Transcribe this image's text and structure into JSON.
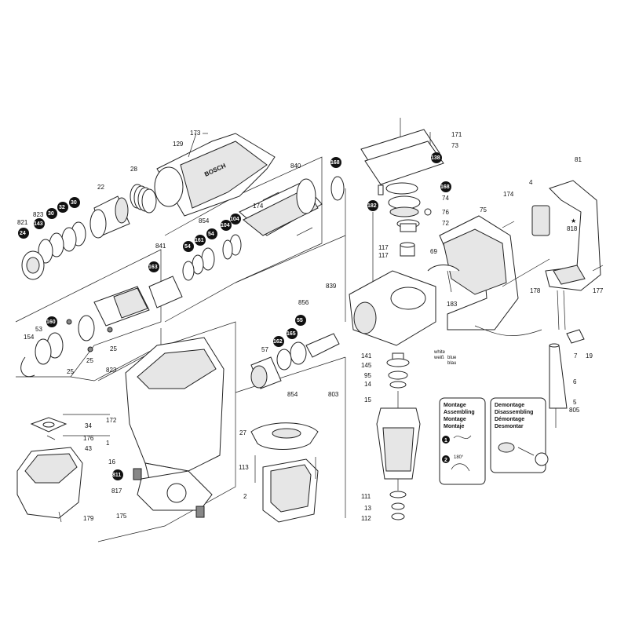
{
  "labels": [
    {
      "id": "173",
      "text": "173"
    },
    {
      "id": "129",
      "text": "129"
    },
    {
      "id": "28",
      "text": "28"
    },
    {
      "id": "22",
      "text": "22"
    },
    {
      "id": "30a",
      "text": "30"
    },
    {
      "id": "32",
      "text": "32"
    },
    {
      "id": "30b",
      "text": "30"
    },
    {
      "id": "143",
      "text": "143"
    },
    {
      "id": "24",
      "text": "24"
    },
    {
      "id": "823a",
      "text": "823"
    },
    {
      "id": "821",
      "text": "821"
    },
    {
      "id": "840",
      "text": "840"
    },
    {
      "id": "168a",
      "text": "168"
    },
    {
      "id": "174a",
      "text": "174"
    },
    {
      "id": "854a",
      "text": "854"
    },
    {
      "id": "104a",
      "text": "104"
    },
    {
      "id": "104b",
      "text": "104"
    },
    {
      "id": "54a",
      "text": "54"
    },
    {
      "id": "161",
      "text": "161"
    },
    {
      "id": "54b",
      "text": "54"
    },
    {
      "id": "841",
      "text": "841"
    },
    {
      "id": "163",
      "text": "163"
    },
    {
      "id": "53",
      "text": "53"
    },
    {
      "id": "160",
      "text": "160"
    },
    {
      "id": "154",
      "text": "154"
    },
    {
      "id": "25a",
      "text": "25"
    },
    {
      "id": "25b",
      "text": "25"
    },
    {
      "id": "25c",
      "text": "25"
    },
    {
      "id": "823b",
      "text": "823"
    },
    {
      "id": "171",
      "text": "171"
    },
    {
      "id": "73",
      "text": "73"
    },
    {
      "id": "138",
      "text": "138"
    },
    {
      "id": "168b",
      "text": "168"
    },
    {
      "id": "74",
      "text": "74"
    },
    {
      "id": "182",
      "text": "182"
    },
    {
      "id": "76",
      "text": "76"
    },
    {
      "id": "72",
      "text": "72"
    },
    {
      "id": "117a",
      "text": "117"
    },
    {
      "id": "117b",
      "text": "117"
    },
    {
      "id": "839",
      "text": "839"
    },
    {
      "id": "75",
      "text": "75"
    },
    {
      "id": "174b",
      "text": "174"
    },
    {
      "id": "4",
      "text": "4"
    },
    {
      "id": "81",
      "text": "81"
    },
    {
      "id": "818",
      "text": "818"
    },
    {
      "id": "69",
      "text": "69"
    },
    {
      "id": "183",
      "text": "183"
    },
    {
      "id": "178",
      "text": "178"
    },
    {
      "id": "177",
      "text": "177"
    },
    {
      "id": "856",
      "text": "856"
    },
    {
      "id": "55",
      "text": "55"
    },
    {
      "id": "165",
      "text": "165"
    },
    {
      "id": "162",
      "text": "162"
    },
    {
      "id": "57",
      "text": "57"
    },
    {
      "id": "854b",
      "text": "854"
    },
    {
      "id": "172",
      "text": "172"
    },
    {
      "id": "1",
      "text": "1"
    },
    {
      "id": "34",
      "text": "34"
    },
    {
      "id": "176",
      "text": "176"
    },
    {
      "id": "43",
      "text": "43"
    },
    {
      "id": "16",
      "text": "16"
    },
    {
      "id": "811",
      "text": "811"
    },
    {
      "id": "817",
      "text": "817"
    },
    {
      "id": "175",
      "text": "175"
    },
    {
      "id": "179",
      "text": "179"
    },
    {
      "id": "27",
      "text": "27"
    },
    {
      "id": "113",
      "text": "113"
    },
    {
      "id": "2",
      "text": "2"
    },
    {
      "id": "141",
      "text": "141"
    },
    {
      "id": "145",
      "text": "145"
    },
    {
      "id": "95",
      "text": "95"
    },
    {
      "id": "14",
      "text": "14"
    },
    {
      "id": "803",
      "text": "803"
    },
    {
      "id": "15",
      "text": "15"
    },
    {
      "id": "111",
      "text": "111"
    },
    {
      "id": "13",
      "text": "13"
    },
    {
      "id": "112",
      "text": "112"
    },
    {
      "id": "7",
      "text": "7"
    },
    {
      "id": "19",
      "text": "19"
    },
    {
      "id": "6",
      "text": "6"
    },
    {
      "id": "5",
      "text": "5"
    },
    {
      "id": "805",
      "text": "805"
    }
  ],
  "wire_labels": {
    "white": "white",
    "weiß": "weiß",
    "blue": "blue",
    "blau": "blau"
  },
  "montage_box": {
    "lines": [
      "Montage",
      "Assembling",
      "Montage",
      "Montaje"
    ],
    "step1": "1",
    "step2": "2",
    "angle": "180°"
  },
  "demontage_box": {
    "lines": [
      "Demontage",
      "Disassembling",
      "Démontage",
      "Desmontar"
    ]
  },
  "brand": "BOSCH",
  "star": "★"
}
